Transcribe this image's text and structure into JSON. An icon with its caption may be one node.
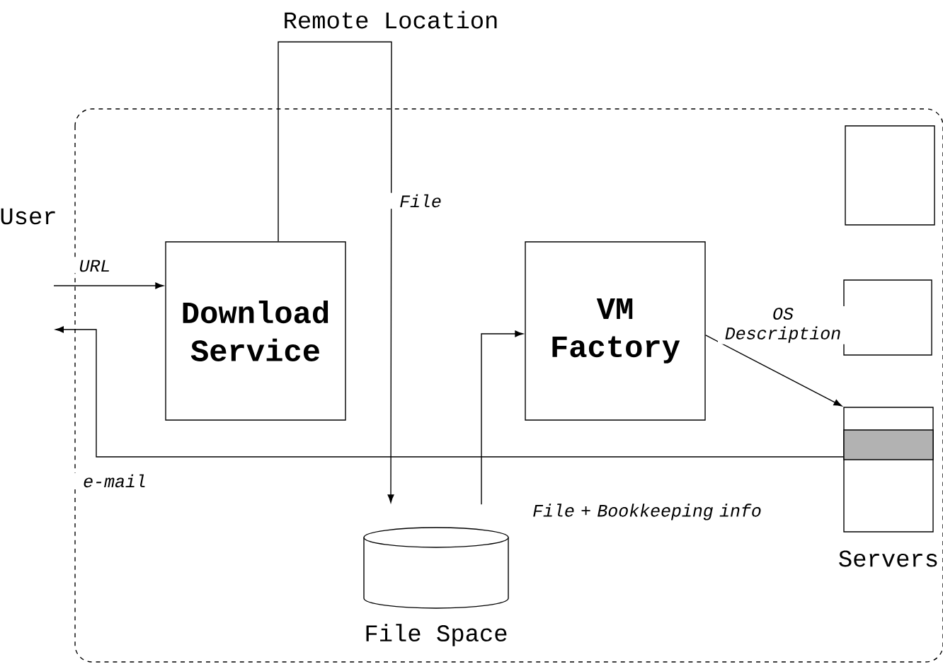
{
  "diagram": {
    "nodes": [
      {
        "text": [],
        "shape": "box"
      },
      {
        "text": [],
        "shape": "box",
        "in": 0
      },
      {
        "text": [
          "Download Service"
        ],
        "in": 0
      },
      {
        "text": [
          "VM Factory"
        ],
        "in": 0
      },
      {
        "text": [],
        "shape": "box",
        "in": 0
      },
      {
        "text": [
          "Servers"
        ],
        "in": 0
      },
      {
        "text": [
          "File Space"
        ],
        "in": 0
      }
    ],
    "edges": [
      {
        "from": null,
        "to": 2,
        "arrow": "to",
        "label": "URL"
      },
      {
        "from": 2,
        "to": 6,
        "arrow": "to",
        "label": "File"
      },
      {
        "from": 6,
        "to": 3,
        "arrow": "to",
        "label": "File + Bookkeeping info"
      },
      {
        "from": 3,
        "to": 5,
        "arrow": "to",
        "label": "OS Description"
      },
      {
        "from": 5,
        "to": null,
        "arrow": "to",
        "label": "e-mail"
      }
    ],
    "labels": [
      "Remote Location",
      "User"
    ]
  }
}
